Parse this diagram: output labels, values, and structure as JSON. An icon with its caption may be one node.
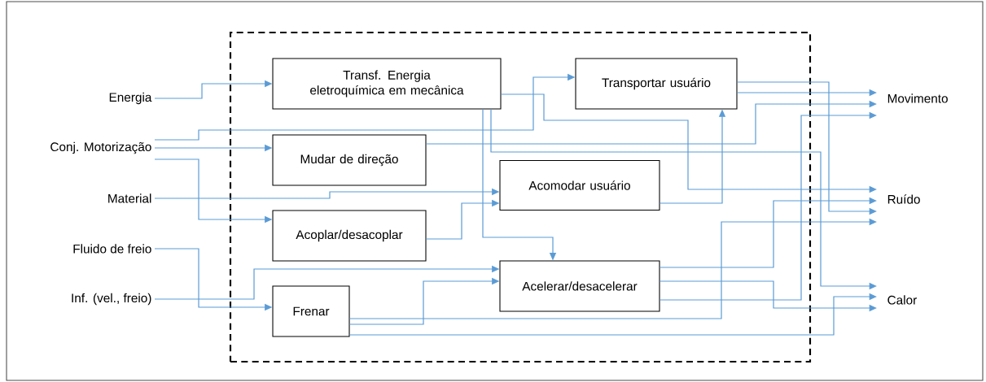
{
  "diagram": {
    "nodes": [
      {
        "text": [],
        "shape": "box"
      },
      {
        "text": [
          "Energia"
        ]
      },
      {
        "text": [
          "Conj. Motorização"
        ]
      },
      {
        "text": [
          "Material"
        ]
      },
      {
        "text": [
          "Fluido de freio"
        ]
      },
      {
        "text": [
          "Inf. (vel., freio)"
        ]
      },
      {
        "text": [
          "Transf. Energia eletroquímica em mecânica"
        ],
        "in": 0
      },
      {
        "text": [
          "Transportar usuário"
        ],
        "in": 0
      },
      {
        "text": [
          "Mudar de direção"
        ],
        "in": 0
      },
      {
        "text": [
          "Acomodar usuário"
        ],
        "in": 0
      },
      {
        "text": [
          "Acoplar/desacoplar"
        ],
        "in": 0
      },
      {
        "text": [
          "Acelerar/desacelerar"
        ],
        "in": 0
      },
      {
        "text": [
          "Frenar"
        ],
        "in": 0
      },
      {
        "text": [
          "Movimento"
        ]
      },
      {
        "text": [
          "Ruído"
        ]
      },
      {
        "text": [
          "Calor"
        ]
      }
    ],
    "edges": [
      {
        "from": 1,
        "to": 6,
        "arrow": "to"
      },
      {
        "from": 2,
        "to": 7,
        "arrow": "to"
      },
      {
        "from": 2,
        "to": 8,
        "arrow": "to"
      },
      {
        "from": 2,
        "to": 10,
        "arrow": "to"
      },
      {
        "from": 3,
        "to": 9,
        "arrow": "to"
      },
      {
        "from": 4,
        "to": 12,
        "arrow": "to"
      },
      {
        "from": 5,
        "to": 11,
        "arrow": "to"
      },
      {
        "from": 6,
        "to": 14,
        "arrow": "to"
      },
      {
        "from": 6,
        "to": 11,
        "arrow": "to"
      },
      {
        "from": 6,
        "to": 15,
        "arrow": "to"
      },
      {
        "from": 7,
        "to": 13,
        "arrow": "to"
      },
      {
        "from": 7,
        "to": 14,
        "arrow": "to"
      },
      {
        "from": 8,
        "to": 13,
        "arrow": "to"
      },
      {
        "from": 9,
        "to": 7,
        "arrow": "to"
      },
      {
        "from": 10,
        "to": 9,
        "arrow": "to"
      },
      {
        "from": 11,
        "to": 13,
        "arrow": "to"
      },
      {
        "from": 11,
        "to": 14,
        "arrow": "to"
      },
      {
        "from": 11,
        "to": 15,
        "arrow": "to"
      },
      {
        "from": 12,
        "to": 11,
        "arrow": "to"
      },
      {
        "from": 12,
        "to": 14,
        "arrow": "to"
      },
      {
        "from": 12,
        "to": 15,
        "arrow": "to"
      }
    ]
  }
}
